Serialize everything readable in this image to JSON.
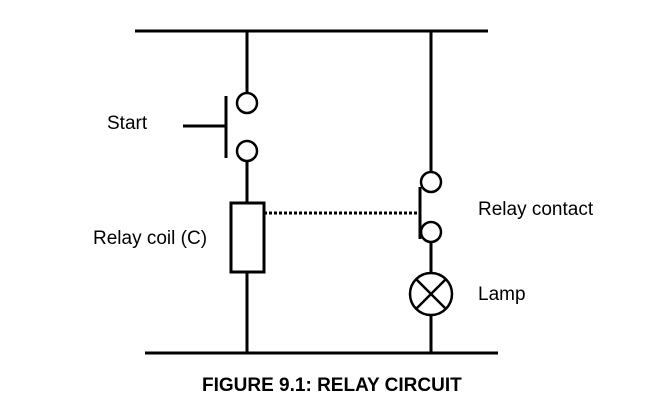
{
  "labels": {
    "start": "Start",
    "relay_coil": "Relay coil (C)",
    "relay_contact": "Relay contact",
    "lamp": "Lamp"
  },
  "caption": "FIGURE 9.1:  RELAY CIRCUIT",
  "colors": {
    "line": "#000000",
    "background": "#ffffff"
  }
}
